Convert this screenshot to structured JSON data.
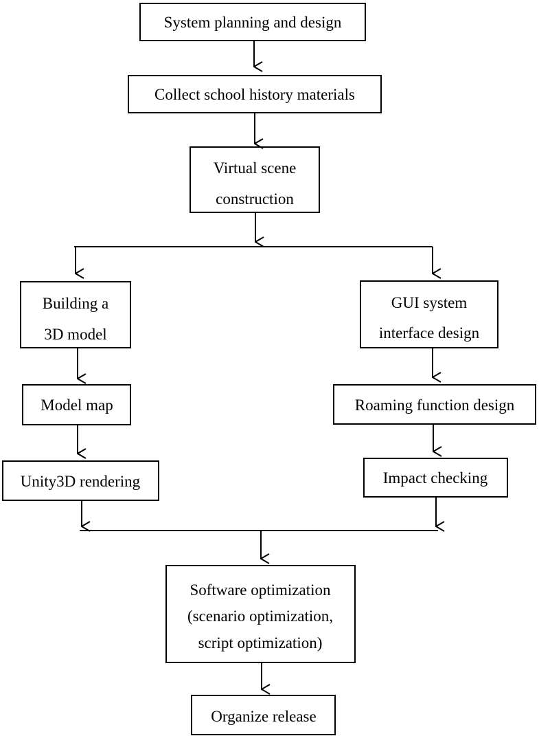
{
  "nodes": {
    "planning": [
      "System planning and design"
    ],
    "collect": [
      "Collect school history materials"
    ],
    "scene": [
      "Virtual scene",
      "construction"
    ],
    "building": [
      "Building a",
      "3D model"
    ],
    "modelmap": [
      "Model map"
    ],
    "unity": [
      "Unity3D rendering"
    ],
    "gui": [
      "GUI system",
      "interface design"
    ],
    "roaming": [
      "Roaming function design"
    ],
    "impact": [
      "Impact checking"
    ],
    "optim": [
      "Software optimization",
      "(scenario optimization,",
      "script optimization)"
    ],
    "release": [
      "Organize release"
    ]
  },
  "colors": {
    "stroke": "#000000",
    "fill": "#ffffff",
    "text": "#000000"
  }
}
